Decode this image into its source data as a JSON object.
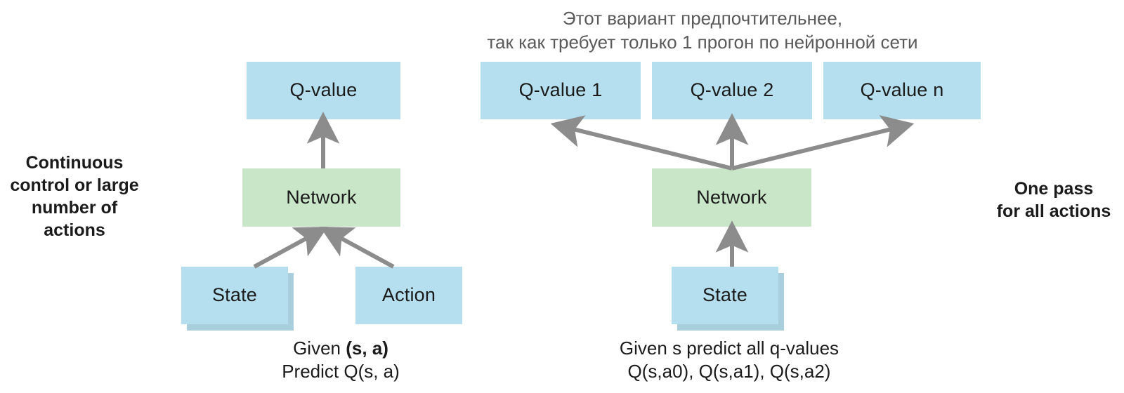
{
  "colors": {
    "box_blue": "#b5dfee",
    "box_blue_shadow": "#a9cfdd",
    "box_green": "#c9e7c8",
    "arrow_gray": "#8c8c8c",
    "text_dark": "#1b1b1b",
    "text_gray": "#5a5a5a",
    "background": "#ffffff"
  },
  "annotations": {
    "russian_note_line1": "Этот вариант предпочтительнее,",
    "russian_note_line2": "так как требует только 1 прогон по нейронной сети",
    "left_note_line1": "Continuous",
    "left_note_line2": "control or large",
    "left_note_line3": "number of",
    "left_note_line4": "actions",
    "right_note_line1": "One pass",
    "right_note_line2": "for all actions"
  },
  "left_diagram": {
    "output_box": "Q-value",
    "network_box": "Network",
    "input_state_box": "State",
    "input_action_box": "Action",
    "caption_line1_plain": "Given ",
    "caption_line1_bold": "(s, a)",
    "caption_line2": "Predict Q(s, a)"
  },
  "right_diagram": {
    "output_boxes": [
      "Q-value 1",
      "Q-value 2",
      "Q-value n"
    ],
    "network_box": "Network",
    "input_state_box": "State",
    "caption_line1": "Given s predict all q-values",
    "caption_line2": "Q(s,a0), Q(s,a1), Q(s,a2)"
  }
}
